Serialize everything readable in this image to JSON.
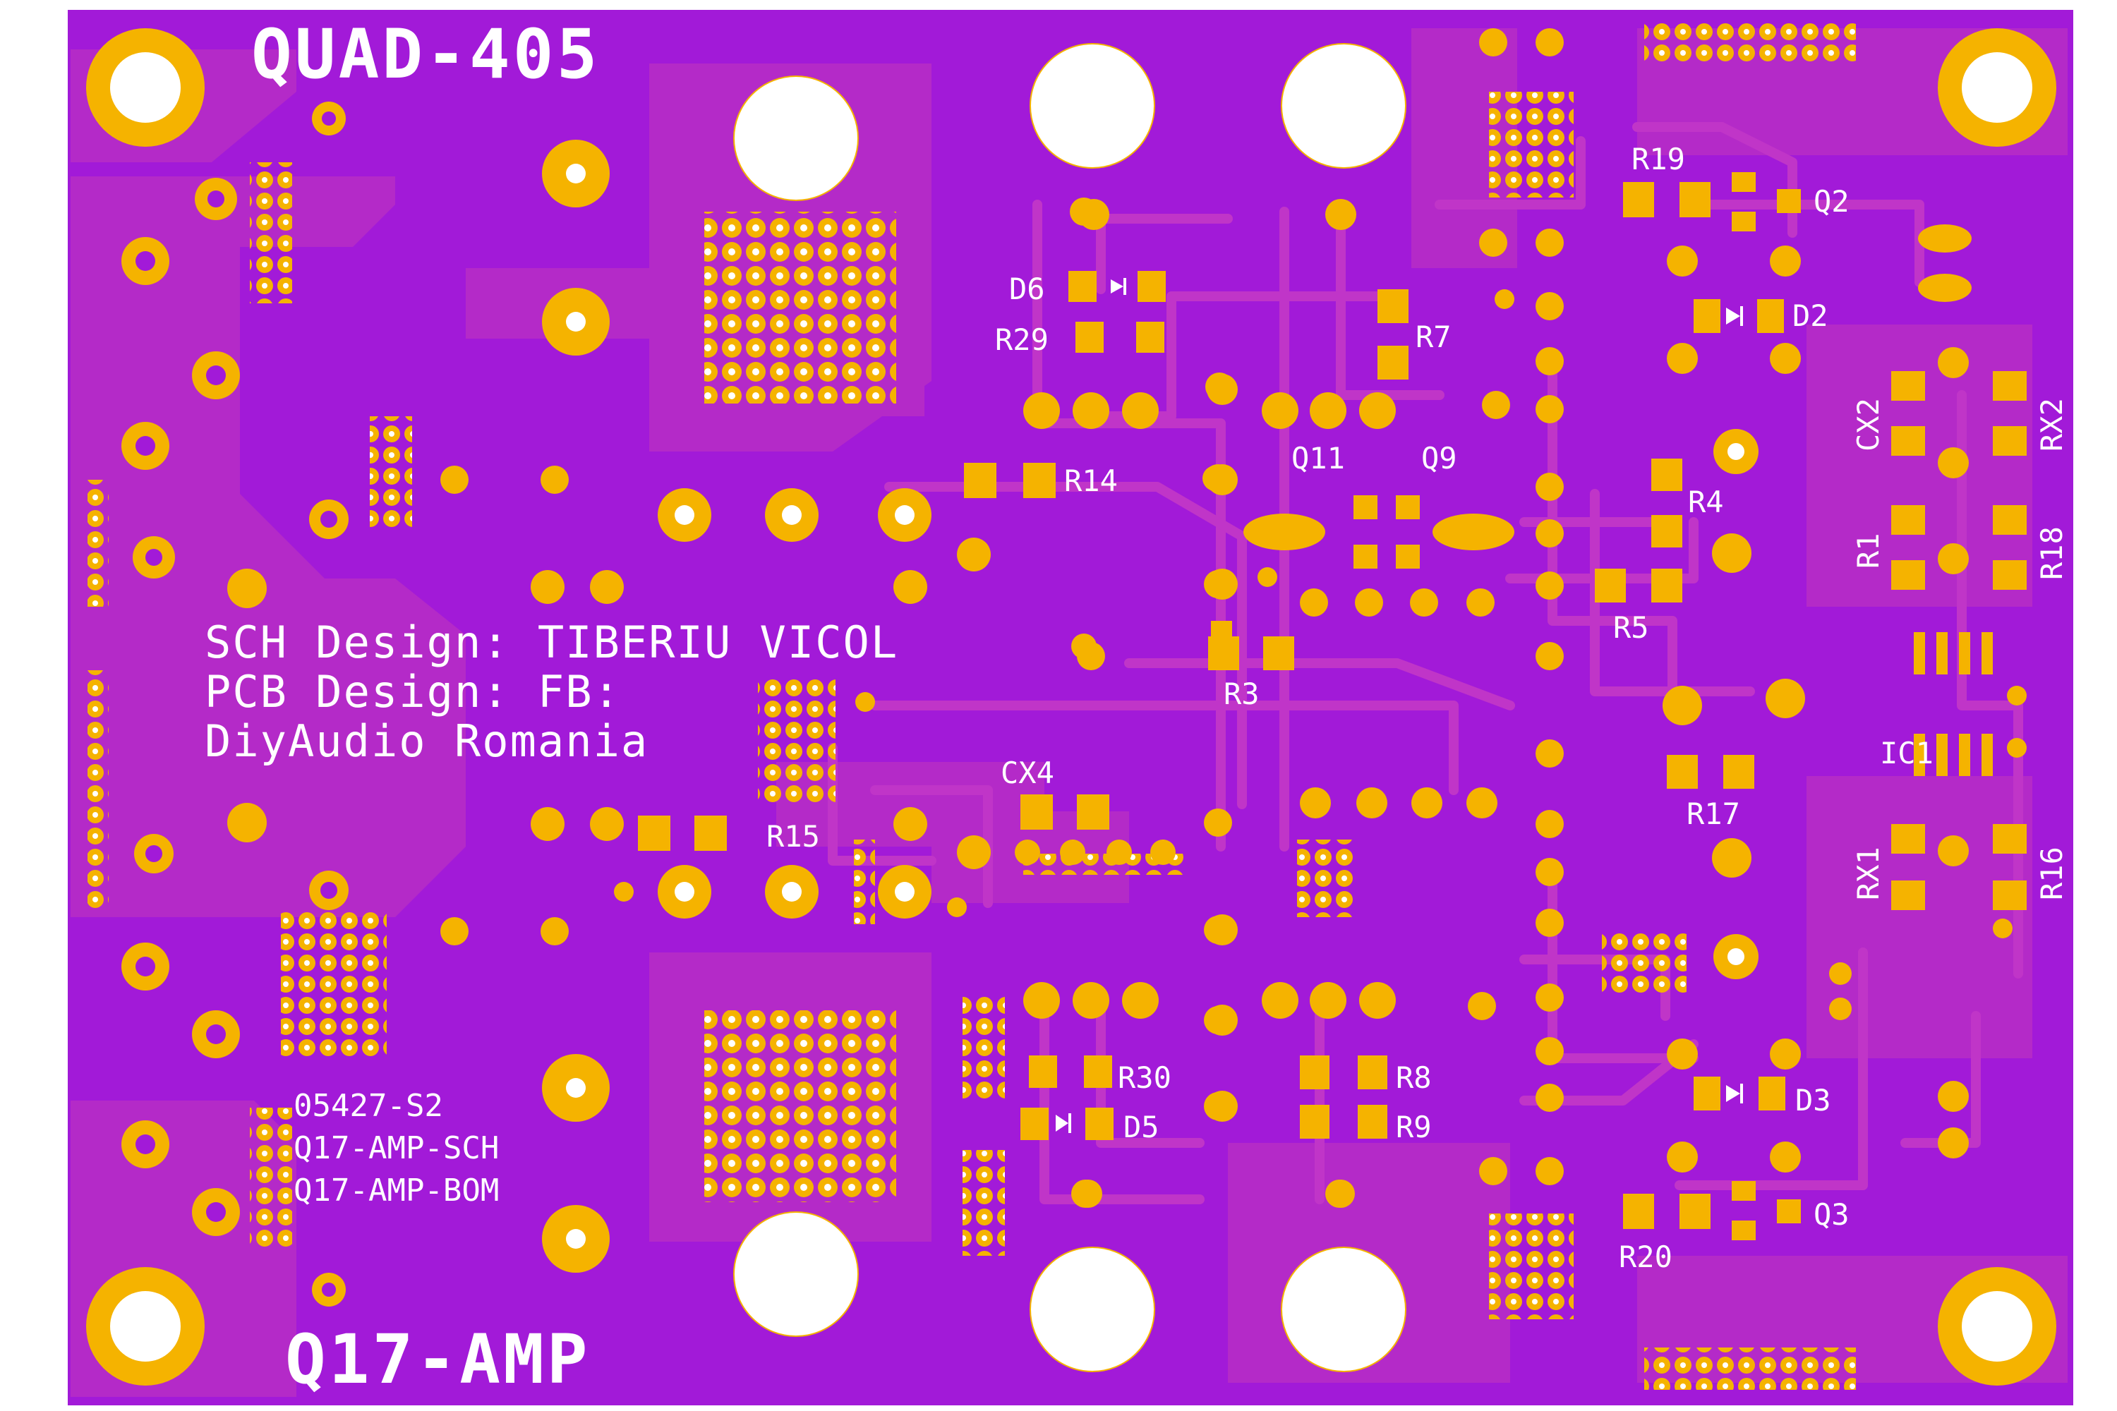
{
  "board": {
    "colors": {
      "substrate": "#ffffff",
      "copper_plane": "#a21ad8",
      "copper_pour": "#b42ac8",
      "trace": "#c035c8",
      "pad": "#f5b300",
      "pad_ring": "#e8a100",
      "hole": "#ffffff",
      "silkscreen": "#ffffff"
    },
    "title_top": "QUAD-405",
    "title_bottom": "Q17-AMP",
    "credits": [
      "SCH Design: TIBERIU VICOL",
      "PCB Design: FB:",
      "DiyAudio Romania"
    ],
    "doc_refs": [
      "05427-S2",
      "Q17-AMP-SCH",
      "Q17-AMP-BOM"
    ]
  },
  "components": {
    "D6": "D6",
    "R29": "R29",
    "R14": "R14",
    "R7": "R7",
    "Q11": "Q11",
    "Q9": "Q9",
    "R19": "R19",
    "Q2": "Q2",
    "D2": "D2",
    "CX2": "CX2",
    "RX2": "RX2",
    "R4": "R4",
    "R1": "R1",
    "R18": "R18",
    "R5": "R5",
    "R3": "R3",
    "IC1": "IC1",
    "CX4": "CX4",
    "R15": "R15",
    "R17": "R17",
    "RX1": "RX1",
    "R16": "R16",
    "R30": "R30",
    "R8": "R8",
    "R9": "R9",
    "D5": "D5",
    "D3": "D3",
    "Q3": "Q3",
    "R20": "R20"
  }
}
